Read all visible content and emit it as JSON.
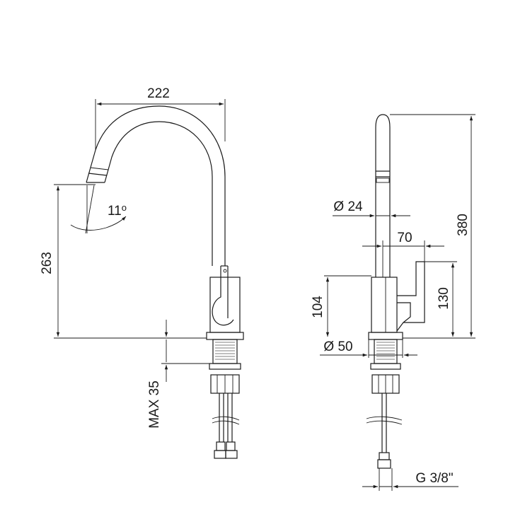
{
  "dimensions": {
    "spout_reach": "222",
    "spout_height": "263",
    "angle": "11",
    "angle_unit": "o",
    "max_thickness": "MAX 35",
    "total_height": "380",
    "spout_diameter": "Ø 24",
    "handle_depth": "70",
    "body_height": "104",
    "handle_height": "130",
    "base_diameter": "Ø 50",
    "connection": "G 3/8\""
  },
  "colors": {
    "line": "#1a1a1a",
    "background": "#ffffff"
  }
}
